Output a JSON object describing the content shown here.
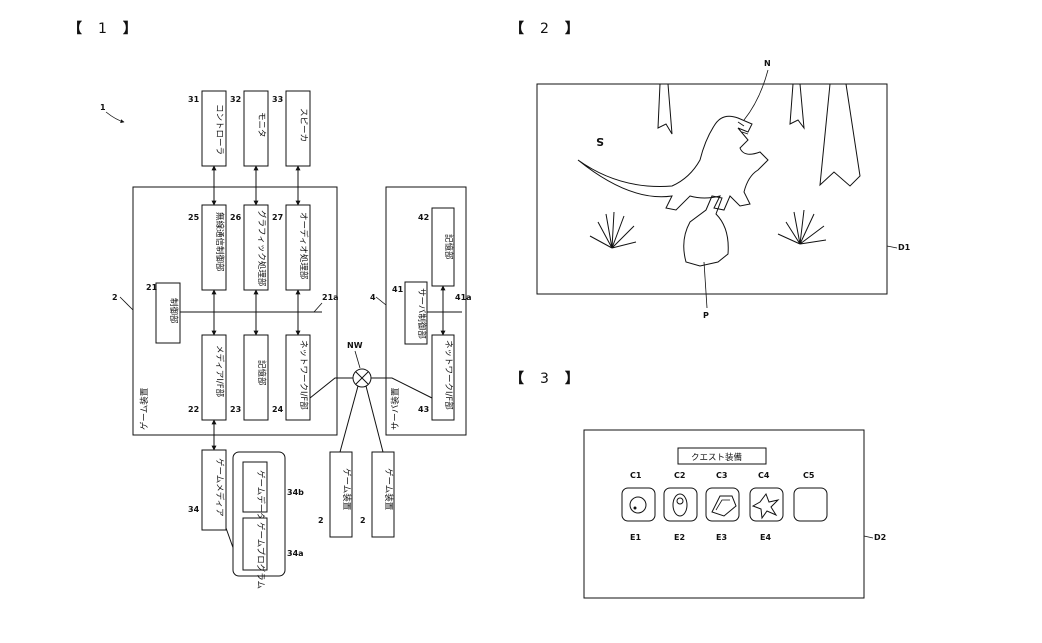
{
  "fig1": {
    "title": "1",
    "ref_system": "1",
    "game_device": {
      "ref": "2",
      "label": "ゲーム装置",
      "bus_ref": "21a"
    },
    "server_device": {
      "ref": "4",
      "label": "サーバ装置",
      "bus_ref": "41a"
    },
    "network_ref": "NW",
    "components": [
      {
        "ref": "31",
        "label": "コントローラ"
      },
      {
        "ref": "32",
        "label": "モニタ"
      },
      {
        "ref": "33",
        "label": "スピーカ"
      },
      {
        "ref": "25",
        "label": "無線通信制御部"
      },
      {
        "ref": "26",
        "label": "グラフィック処理部"
      },
      {
        "ref": "27",
        "label": "オーディオ処理部"
      },
      {
        "ref": "21",
        "label": "制御部"
      },
      {
        "ref": "22",
        "label": "メディアI/F部"
      },
      {
        "ref": "23",
        "label": "記憶部"
      },
      {
        "ref": "24",
        "label": "ネットワークI/F部"
      },
      {
        "ref": "42",
        "label": "記憶部"
      },
      {
        "ref": "41",
        "label": "サーバ制御部"
      },
      {
        "ref": "43",
        "label": "ネットワークI/F部"
      },
      {
        "ref": "34",
        "label": "ゲームメディア"
      },
      {
        "ref": "34b",
        "label": "ゲームデータ"
      },
      {
        "ref": "34a",
        "label": "ゲームプログラム"
      }
    ],
    "other_game_devices": [
      {
        "ref": "2",
        "label": "ゲーム装置"
      },
      {
        "ref": "2",
        "label": "ゲーム装置"
      }
    ]
  },
  "fig2": {
    "title": "2",
    "ref_screen": "D1",
    "ref_monster": "N",
    "ref_player": "P",
    "glyph": "S"
  },
  "fig3": {
    "title": "3",
    "ref_screen": "D2",
    "header_button": "クエスト装備",
    "slots": [
      {
        "top": "C1",
        "bottom": "E1",
        "icon": "circle-item-icon"
      },
      {
        "top": "C2",
        "bottom": "E2",
        "icon": "capsule-item-icon"
      },
      {
        "top": "C3",
        "bottom": "E3",
        "icon": "crystal-item-icon"
      },
      {
        "top": "C4",
        "bottom": "E4",
        "icon": "star-item-icon"
      },
      {
        "top": "C5",
        "bottom": "",
        "icon": "empty-slot-icon"
      }
    ]
  }
}
